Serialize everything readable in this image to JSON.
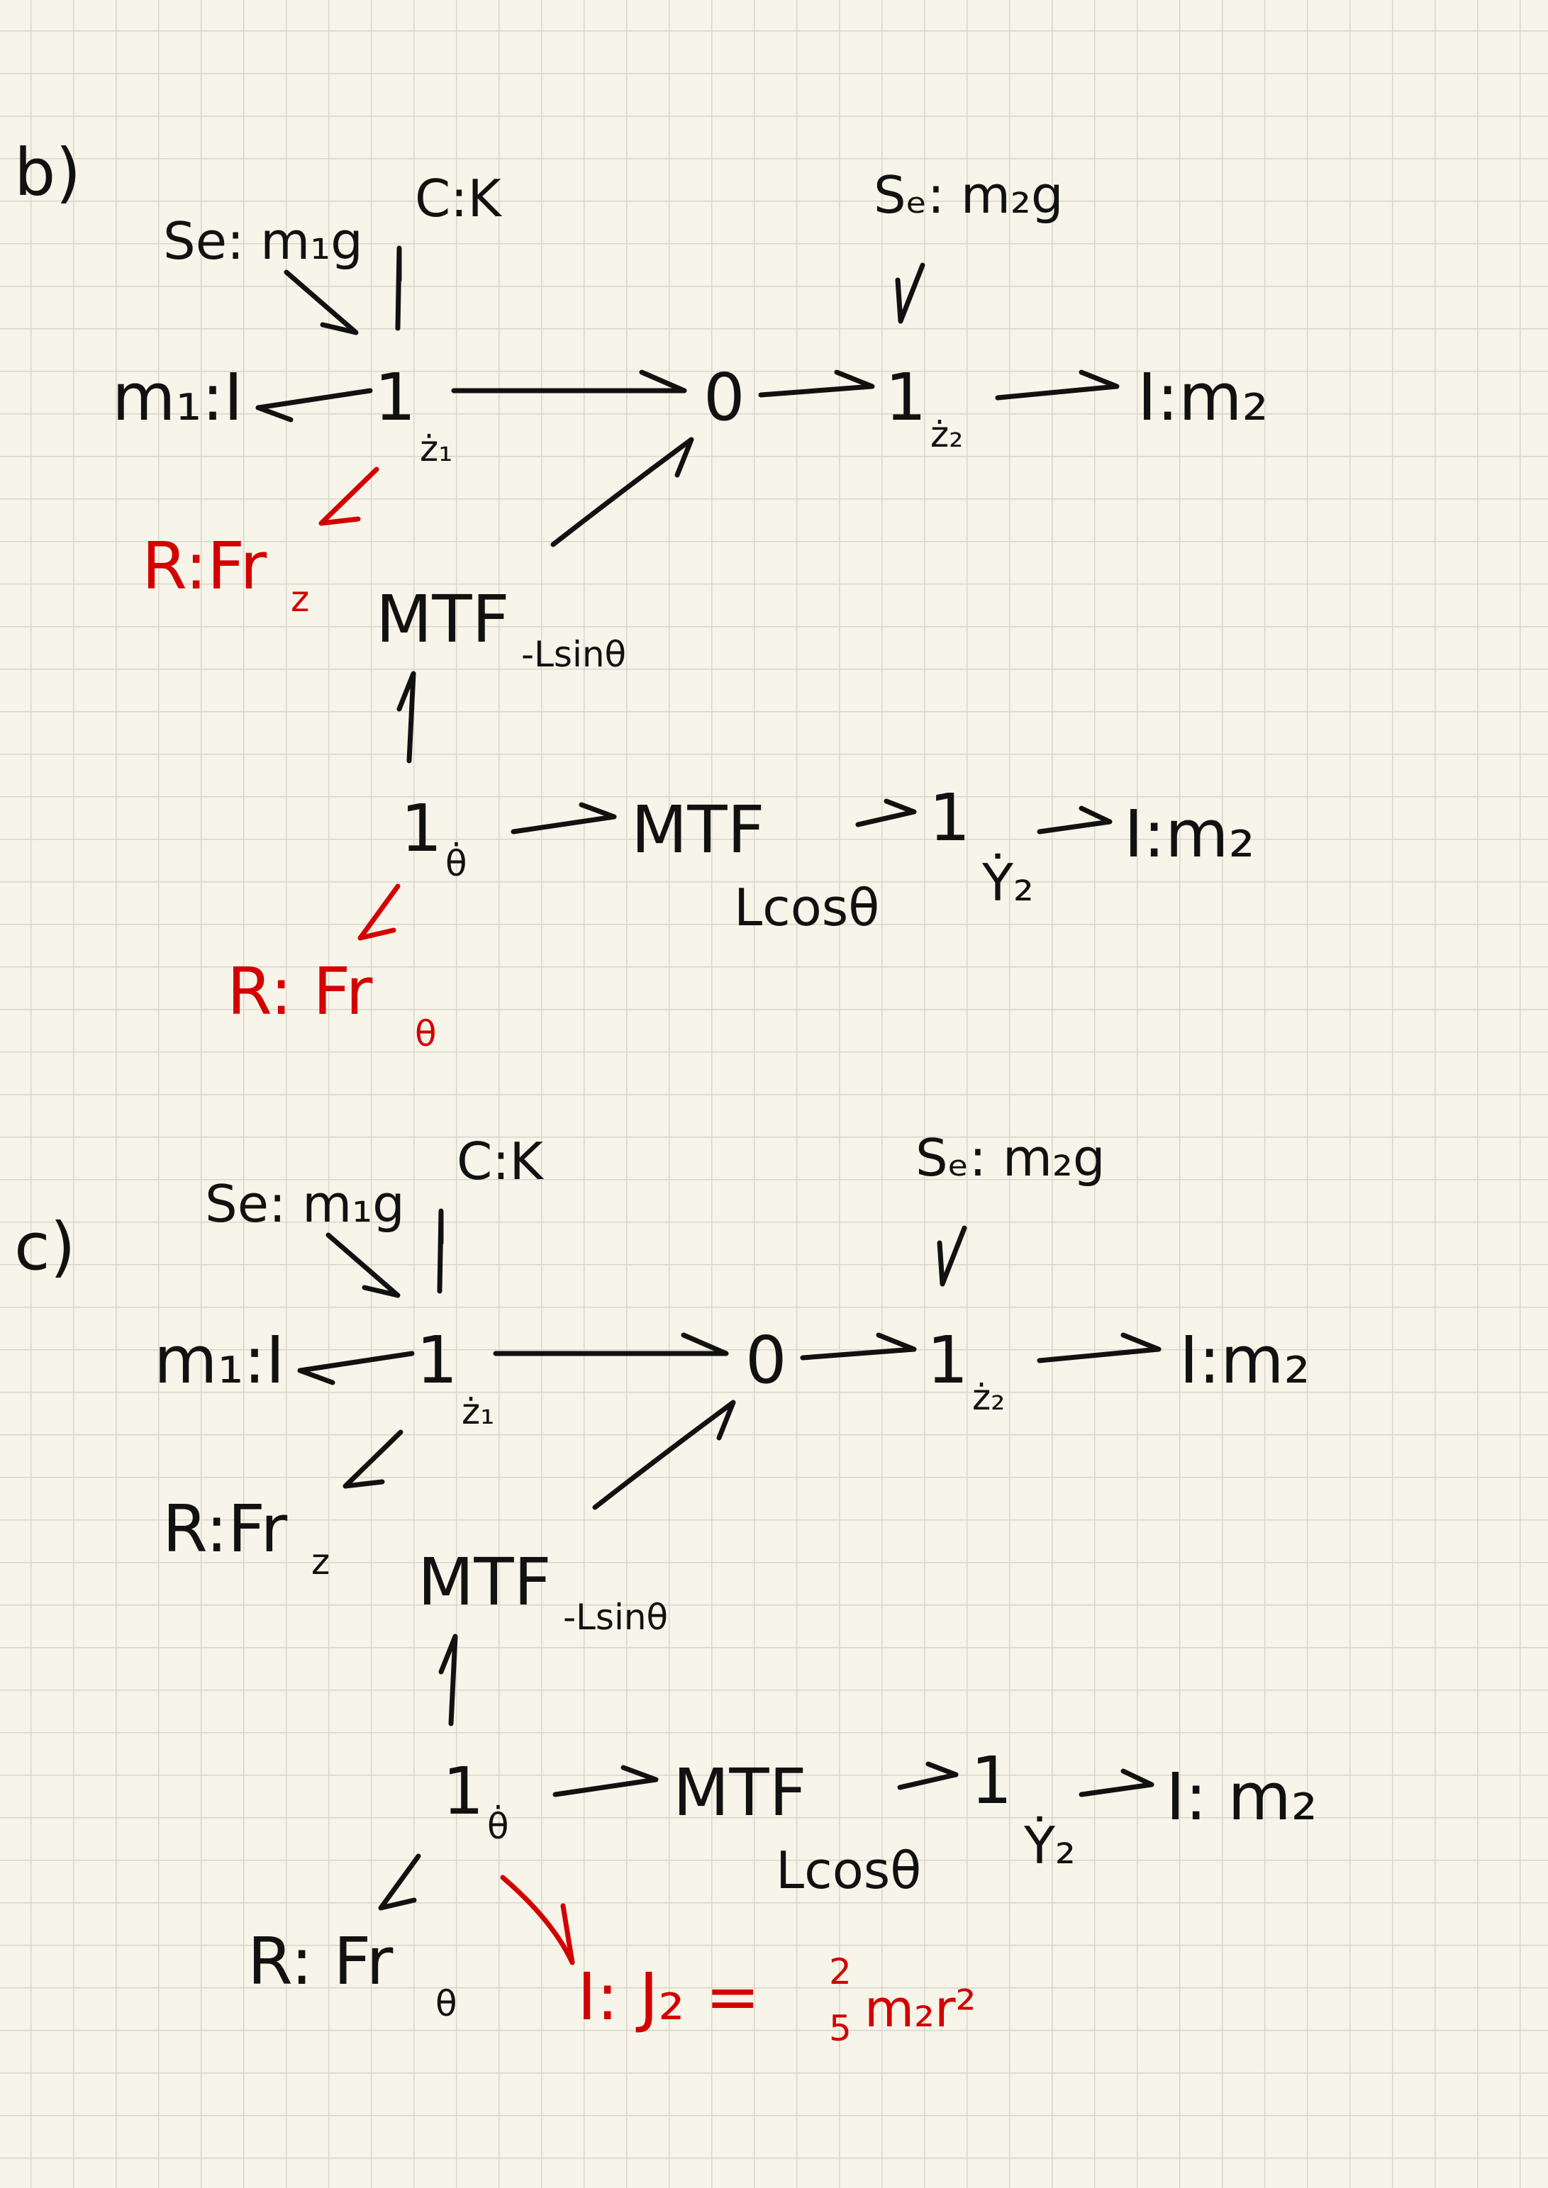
{
  "colors": {
    "paper": "#f7f5e9",
    "grid": "#d8d6cb",
    "ink": "#111111",
    "red_ink": "#d40000"
  },
  "part_b": {
    "label": "b)",
    "se1": "Se: m₁g",
    "c": "C:K",
    "i_m1": "m₁:I",
    "one_z1": "1",
    "z1": "ż₁",
    "zero": "0",
    "one_z2": "1",
    "z2": "ż₂",
    "se2": "Sₑ: m₂g",
    "i_m2_top": "I:m₂",
    "r_z": "R:Fr",
    "r_z_sub": "z",
    "mtf1": "MTF",
    "mtf1_sub": "-Lsinθ",
    "one_theta": "1",
    "theta": "θ̇",
    "mtf2": "MTF",
    "mtf2_sub": "Lcosθ",
    "one_y2": "1",
    "y2": "Ẏ₂",
    "i_m2_bottom": "I:m₂",
    "r_theta": "R: Fr",
    "r_theta_sub": "θ"
  },
  "part_c": {
    "label": "c)",
    "se1": "Se: m₁g",
    "c": "C:K",
    "i_m1": "m₁:I",
    "one_z1": "1",
    "z1": "ż₁",
    "zero": "0",
    "one_z2": "1",
    "z2": "ż₂",
    "se2": "Sₑ: m₂g",
    "i_m2_top": "I:m₂",
    "r_z": "R:Fr",
    "r_z_sub": "z",
    "mtf1": "MTF",
    "mtf1_sub": "-Lsinθ",
    "one_theta": "1",
    "theta": "θ̇",
    "mtf2": "MTF",
    "mtf2_sub": "Lcosθ",
    "one_y2": "1",
    "y2": "Ẏ₂",
    "i_m2_bottom": "I: m₂",
    "r_theta": "R: Fr",
    "r_theta_sub": "θ",
    "inertia_j2": "I: J₂ = ",
    "fraction_num": "2",
    "fraction_den": "5",
    "inertia_rest": "m₂r²"
  }
}
